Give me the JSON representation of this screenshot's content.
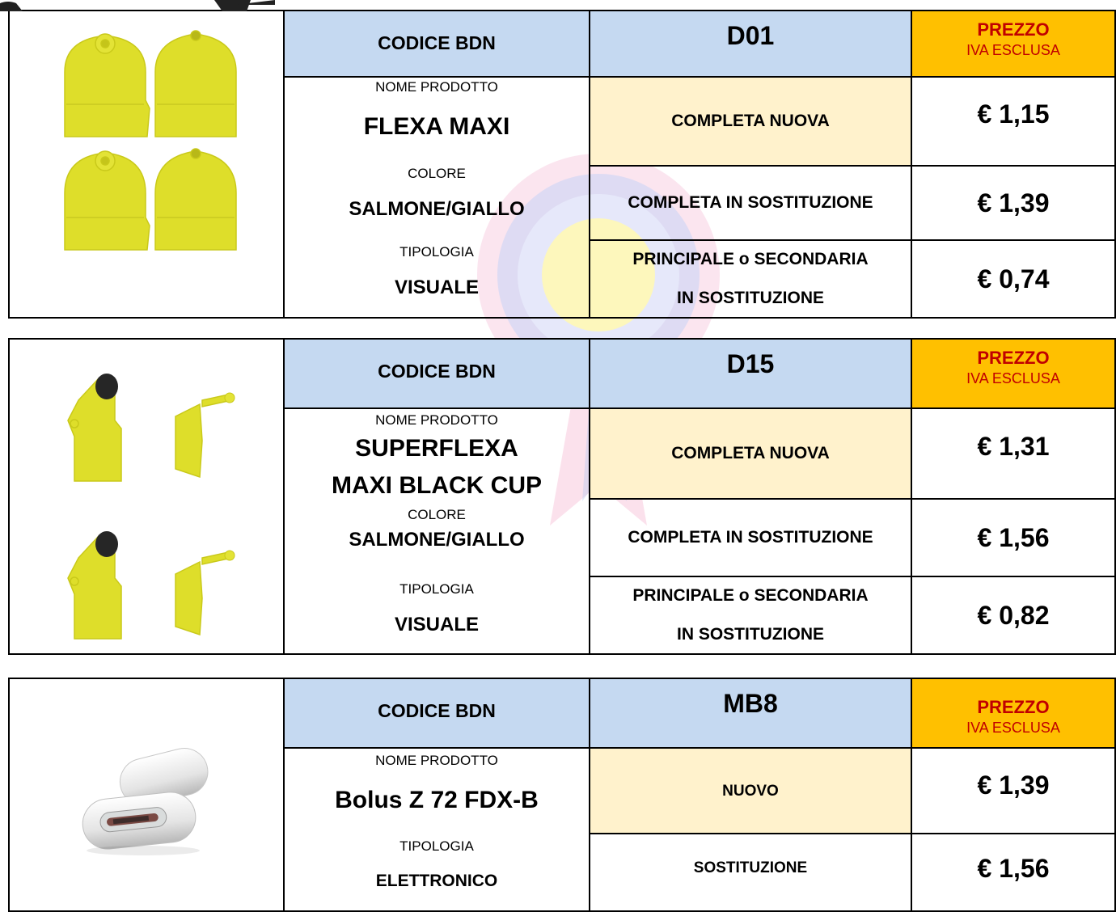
{
  "headers": {
    "codice_bdn": "CODICE BDN",
    "prezzo": "PREZZO",
    "iva_esclusa": "IVA ESCLUSA",
    "nome_prodotto": "NOME PRODOTTO",
    "colore": "COLORE",
    "tipologia": "TIPOLOGIA"
  },
  "products": [
    {
      "code": "D01",
      "name": "FLEXA MAXI",
      "colore": "SALMONE/GIALLO",
      "tipologia": "VISUALE",
      "options": [
        {
          "label": "COMPLETA NUOVA",
          "price": "€ 1,15"
        },
        {
          "label": "COMPLETA IN SOSTITUZIONE",
          "price": "€ 1,39"
        },
        {
          "label_line1": "PRINCIPALE o SECONDARIA",
          "label_line2": "IN SOSTITUZIONE",
          "price": "€ 0,74"
        }
      ]
    },
    {
      "code": "D15",
      "name_line1": "SUPERFLEXA",
      "name_line2": "MAXI BLACK CUP",
      "colore": "SALMONE/GIALLO",
      "tipologia": "VISUALE",
      "options": [
        {
          "label": "COMPLETA NUOVA",
          "price": "€ 1,31"
        },
        {
          "label": "COMPLETA IN SOSTITUZIONE",
          "price": "€ 1,56"
        },
        {
          "label_line1": "PRINCIPALE o SECONDARIA",
          "label_line2": "IN SOSTITUZIONE",
          "price": "€ 0,82"
        }
      ]
    },
    {
      "code": "MB8",
      "name": "Bolus Z 72 FDX-B",
      "tipologia": "ELETTRONICO",
      "options": [
        {
          "label": "NUOVO",
          "price": "€ 1,39"
        },
        {
          "label": "SOSTITUZIONE",
          "price": "€ 1,56"
        }
      ]
    }
  ],
  "colors": {
    "header_blue": "#c5d9f1",
    "header_orange": "#ffc000",
    "price_label_red": "#c00000",
    "cream": "#fff2cc",
    "tag_yellow": "#dede2a"
  }
}
